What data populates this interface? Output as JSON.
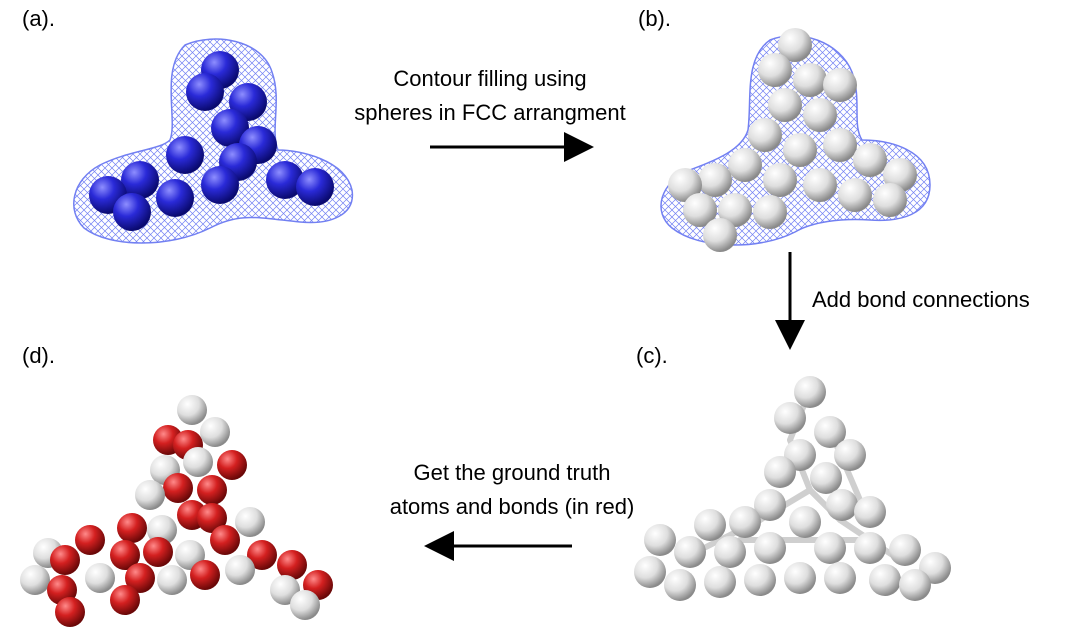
{
  "panels": {
    "a": "(a).",
    "b": "(b).",
    "c": "(c).",
    "d": "(d)."
  },
  "steps": {
    "step1": {
      "line1": "Contour filling using",
      "line2": "spheres in FCC arrangment"
    },
    "step2": {
      "line1": "Add bond connections"
    },
    "step3": {
      "line1": "Get the ground truth",
      "line2": "atoms and bonds (in red)"
    }
  },
  "colors": {
    "blue_atom": "#2a2ad8",
    "mesh": "#5a6af0",
    "white_atom": "#e6e6e6",
    "red_atom": "#d42020",
    "arrow": "#000000"
  }
}
